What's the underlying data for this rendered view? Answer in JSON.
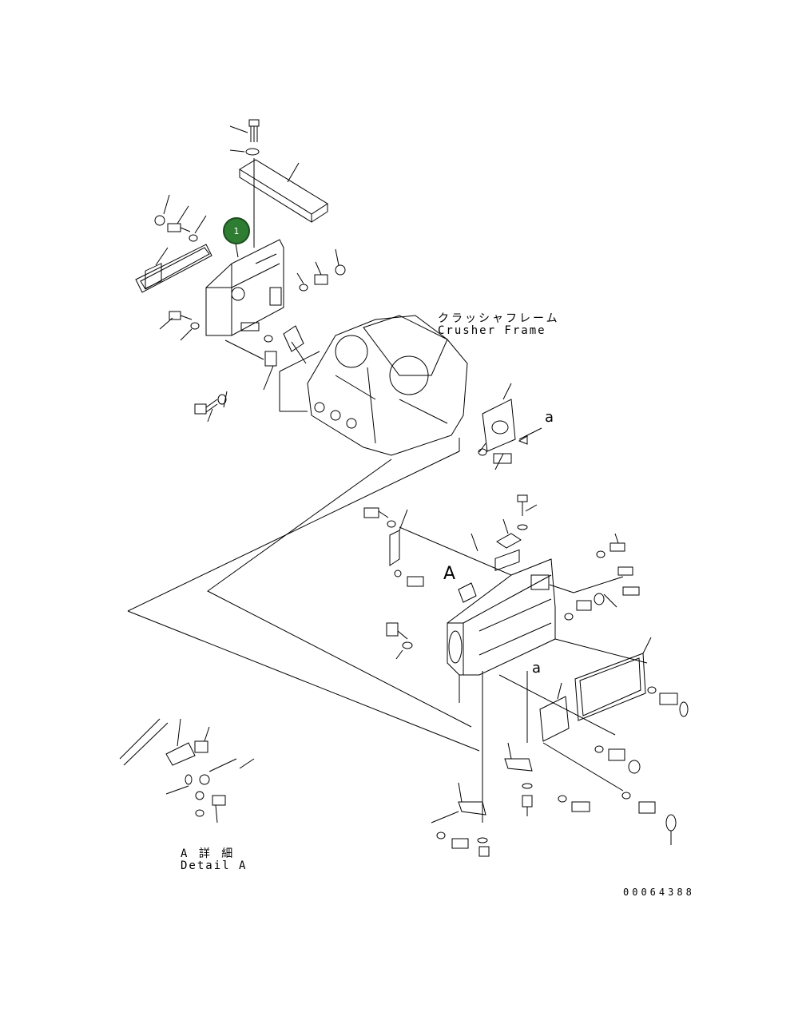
{
  "labels": {
    "crusher_frame_jp": "クラッシャフレーム",
    "crusher_frame_en": "Crusher Frame",
    "view_a_upper": "A",
    "view_a_lower": "a",
    "view_a_right": "a",
    "detail_a_jp": "A 詳 細",
    "detail_a_en": "Detail A",
    "drawing_number": "00064388"
  },
  "callouts": [
    {
      "number": "1",
      "color": "#2e7d32",
      "border": "#1b4d1e"
    }
  ],
  "colors": {
    "line": "#000000",
    "background": "#ffffff"
  }
}
